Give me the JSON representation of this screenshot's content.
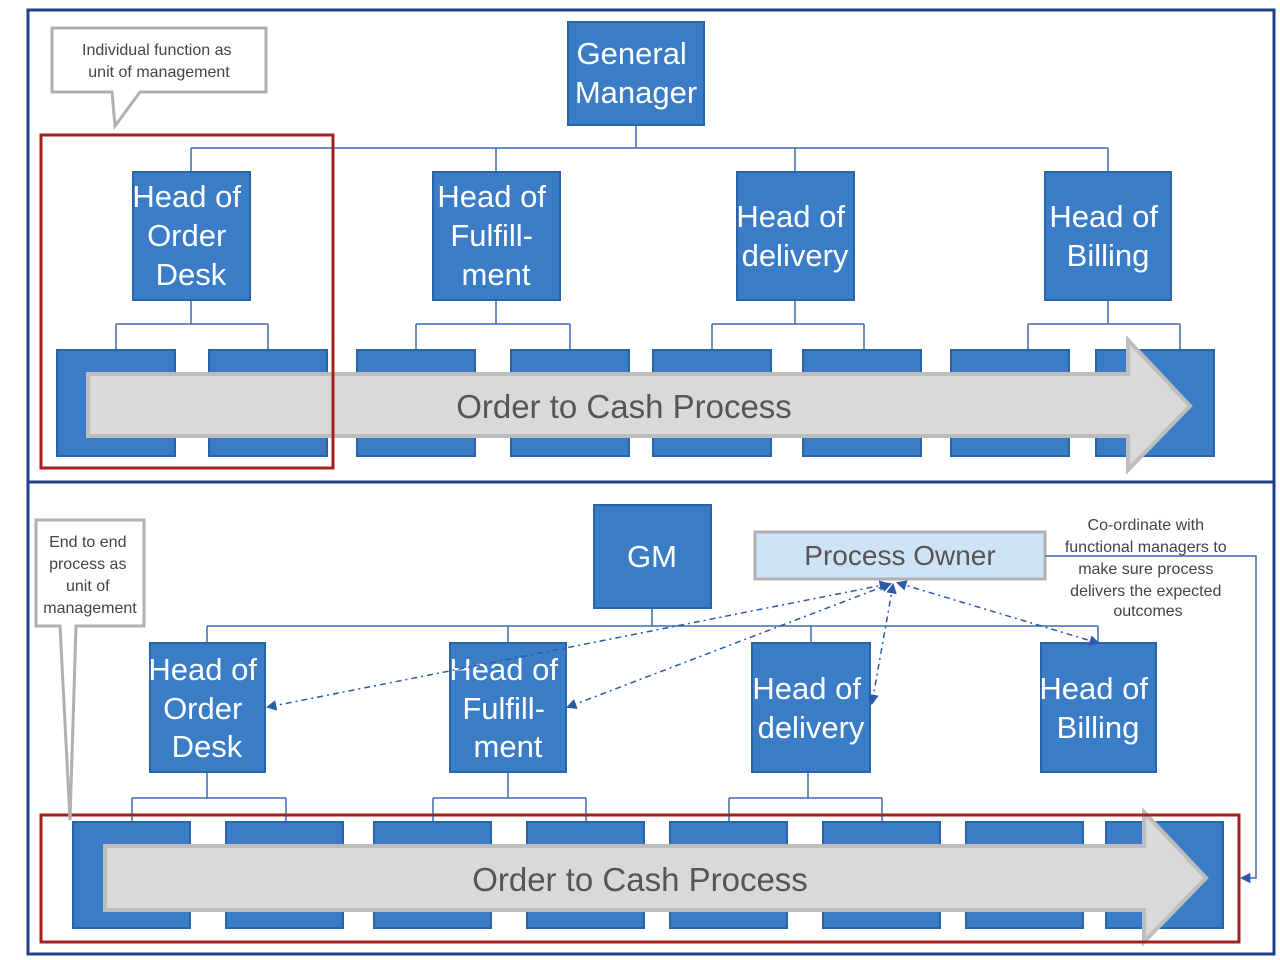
{
  "colors": {
    "box_fill": "#3a7cc6",
    "box_stroke": "#2a64a8",
    "frame": "#1f3f8f",
    "highlight": "#a32020",
    "arrow_fill": "#d9d9d9",
    "arrow_stroke": "#bdbdbd",
    "process_owner_fill": "#cfe3f7",
    "connector": "#3a6db0",
    "callout_stroke": "#b0b0b0"
  },
  "top": {
    "manager": {
      "lines": [
        "General",
        "Manager"
      ]
    },
    "heads": [
      {
        "lines": [
          "Head of",
          "Order",
          "Desk"
        ]
      },
      {
        "lines": [
          "Head of",
          "Fulfill-",
          "ment"
        ]
      },
      {
        "lines": [
          "Head of",
          "delivery"
        ]
      },
      {
        "lines": [
          "Head of",
          "Billing"
        ]
      }
    ],
    "callout": {
      "lines": [
        "Individual function as",
        "unit of management"
      ]
    },
    "process_label": "Order to Cash Process"
  },
  "bottom": {
    "manager": {
      "lines": [
        "GM"
      ]
    },
    "process_owner": "Process Owner",
    "heads": [
      {
        "lines": [
          "Head of",
          "Order",
          "Desk"
        ]
      },
      {
        "lines": [
          "Head of",
          "Fulfill-",
          "ment"
        ]
      },
      {
        "lines": [
          "Head of",
          "delivery"
        ]
      },
      {
        "lines": [
          "Head of",
          "Billing"
        ]
      }
    ],
    "callout": {
      "lines": [
        "End to end",
        "process as",
        "unit of",
        "management"
      ]
    },
    "note": {
      "lines": [
        "Co-ordinate with",
        "functional managers to",
        "make sure process",
        "delivers the expected",
        "outcomes"
      ]
    },
    "process_label": "Order to Cash Process"
  }
}
